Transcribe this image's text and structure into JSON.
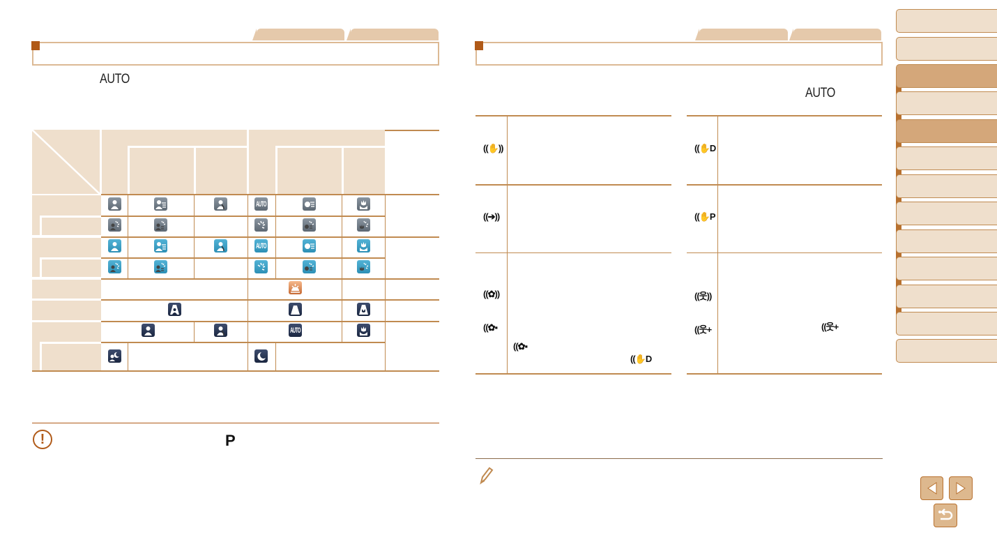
{
  "left_page": {
    "auto_label": "AUTO",
    "table": {
      "icons": [
        {
          "kind": "person",
          "color": "gray"
        },
        {
          "kind": "person-list",
          "color": "gray"
        },
        {
          "kind": "person-backlit",
          "color": "gray"
        },
        {
          "kind": "auto",
          "color": "gray",
          "label": "AUTO"
        },
        {
          "kind": "face-list",
          "color": "gray"
        },
        {
          "kind": "macro",
          "color": "gray"
        },
        {
          "kind": "person-sun",
          "color": "gray"
        },
        {
          "kind": "person-list-sun",
          "color": "gray"
        },
        {
          "kind": "sun",
          "color": "gray"
        },
        {
          "kind": "face-sun",
          "color": "gray"
        },
        {
          "kind": "macro-sun",
          "color": "gray"
        },
        {
          "kind": "person",
          "color": "blue"
        },
        {
          "kind": "person-list",
          "color": "blue"
        },
        {
          "kind": "person-backlit",
          "color": "blue"
        },
        {
          "kind": "auto",
          "color": "blue",
          "label": "AUTO"
        },
        {
          "kind": "face-list",
          "color": "blue"
        },
        {
          "kind": "macro",
          "color": "blue"
        },
        {
          "kind": "person-sun",
          "color": "blue"
        },
        {
          "kind": "person-list-sun",
          "color": "blue"
        },
        {
          "kind": "sun",
          "color": "blue"
        },
        {
          "kind": "face-sun",
          "color": "blue"
        },
        {
          "kind": "macro-sun",
          "color": "blue"
        },
        {
          "kind": "sunset",
          "color": "sunset"
        },
        {
          "kind": "spotlight-person",
          "color": "navy"
        },
        {
          "kind": "spotlight",
          "color": "navy"
        },
        {
          "kind": "spotlight-macro",
          "color": "navy"
        },
        {
          "kind": "person",
          "color": "navy"
        },
        {
          "kind": "person-backlit",
          "color": "navy"
        },
        {
          "kind": "auto",
          "color": "navy",
          "label": "AUTO"
        },
        {
          "kind": "macro",
          "color": "navy"
        },
        {
          "kind": "night-portrait",
          "color": "navy"
        },
        {
          "kind": "night",
          "color": "navy"
        }
      ]
    },
    "caution_mode_label": "P"
  },
  "right_page": {
    "auto_label": "AUTO"
  },
  "colors": {
    "accent": "#b05a18",
    "rule": "#c08a50",
    "beige": "#efdfcc",
    "tab": "#e5c9ab"
  }
}
